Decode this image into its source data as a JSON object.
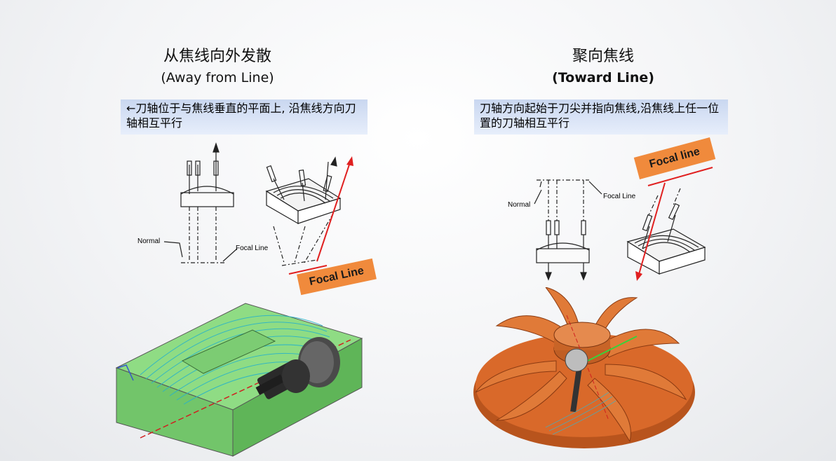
{
  "left": {
    "title_zh": "从焦线向外发散",
    "title_en": "(Away from Line)",
    "description": "←刀轴位于与焦线垂直的平面上, 沿焦线方向刀轴相互平行",
    "label_normal": "Normal",
    "label_focal_line_small": "Focal Line",
    "tag_focal_line": "Focal Line"
  },
  "right": {
    "title_zh": "聚向焦线",
    "title_en": "(Toward Line)",
    "description": "刀轴方向起始于刀尖并指向焦线,沿焦线上任一位置的刀轴相互平行",
    "label_normal": "Normal",
    "label_focal_line_small": "Focal Line",
    "tag_focal_line": "Focal line"
  },
  "colors": {
    "tag_orange": "#f08a3c",
    "desc_blue": "#c9d7f0",
    "focal_red": "#e02020",
    "block_green": "#7ed37a",
    "impeller_copper": "#d9692a"
  }
}
